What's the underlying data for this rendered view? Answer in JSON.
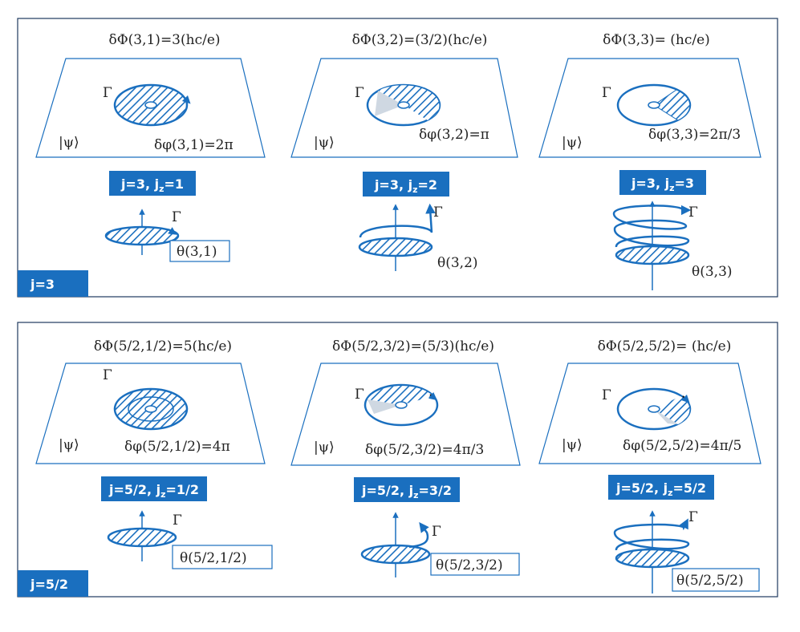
{
  "colors": {
    "accent": "#1a6fbf",
    "border": "#1f3a5f",
    "text": "#222222"
  },
  "panels": [
    {
      "label": "j=3",
      "cells": [
        {
          "flux": "δΦ(3,1)=3(hc/e)",
          "gamma": "Γ",
          "psi": "|ψ⟩",
          "phase": "δφ(3,1)=2π",
          "badge": {
            "main": "j=3, j",
            "sub": "z",
            "tail": "=1"
          },
          "gamma2": "Γ",
          "theta": "θ(3,1)"
        },
        {
          "flux": "δΦ(3,2)=(3/2)(hc/e)",
          "gamma": "Γ",
          "psi": "|ψ⟩",
          "phase": "δφ(3,2)=π",
          "badge": {
            "main": "j=3, j",
            "sub": "z",
            "tail": "=2"
          },
          "gamma2": "Γ",
          "theta": "θ(3,2)"
        },
        {
          "flux": "δΦ(3,3)= (hc/e)",
          "gamma": "Γ",
          "psi": "|ψ⟩",
          "phase": "δφ(3,3)=2π/3",
          "badge": {
            "main": "j=3, j",
            "sub": "z",
            "tail": "=3"
          },
          "gamma2": "Γ",
          "theta": "θ(3,3)"
        }
      ]
    },
    {
      "label": "j=5/2",
      "cells": [
        {
          "flux": "δΦ(5/2,1/2)=5(hc/e)",
          "gamma": "Γ",
          "psi": "|ψ⟩",
          "phase": "δφ(5/2,1/2)=4π",
          "badge": {
            "main": "j=5/2, j",
            "sub": "z",
            "tail": "=1/2"
          },
          "gamma2": "Γ",
          "theta": "θ(5/2,1/2)"
        },
        {
          "flux": "δΦ(5/2,3/2)=(5/3)(hc/e)",
          "gamma": "Γ",
          "psi": "|ψ⟩",
          "phase": "δφ(5/2,3/2)=4π/3",
          "badge": {
            "main": "j=5/2, j",
            "sub": "z",
            "tail": "=3/2"
          },
          "gamma2": "Γ",
          "theta": "θ(5/2,3/2)"
        },
        {
          "flux": "δΦ(5/2,5/2)= (hc/e)",
          "gamma": "Γ",
          "psi": "|ψ⟩",
          "phase": "δφ(5/2,5/2)=4π/5",
          "badge": {
            "main": "j=5/2, j",
            "sub": "z",
            "tail": "=5/2"
          },
          "gamma2": "Γ",
          "theta": "θ(5/2,5/2)"
        }
      ]
    }
  ]
}
